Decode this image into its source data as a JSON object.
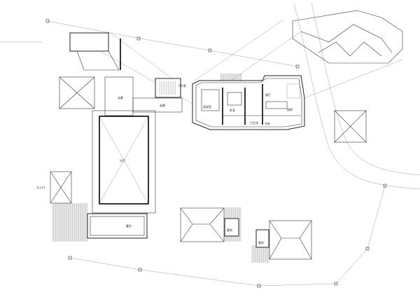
{
  "drawing": {
    "type": "site floor plan",
    "labels": {
      "corridor_vertical": "走廊",
      "corridor_horizontal": "走廊",
      "stair_hall": "下大堂",
      "hall": "大厅",
      "terrace": "露台",
      "entrance": "主入口",
      "villa_living": "起居室",
      "villa_bedroom": "卧室",
      "villa_dining": "餐厅",
      "villa_kitchen": "厨房",
      "villa_study": "书房",
      "villa_bath": "卫生间",
      "annex_a": "客房",
      "annex_b": "客房"
    }
  }
}
